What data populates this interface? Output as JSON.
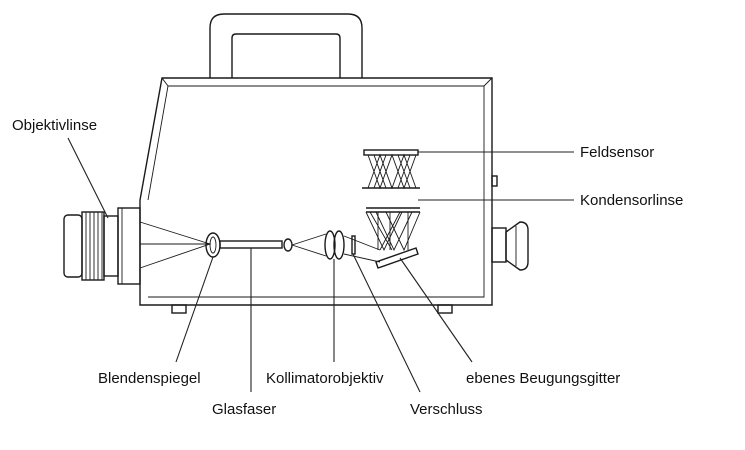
{
  "colors": {
    "line": "#1a1a1a",
    "background": "#ffffff",
    "text": "#111111"
  },
  "labels": {
    "objektivlinse": "Objektivlinse",
    "feldsensor": "Feldsensor",
    "kondensorlinse": "Kondensorlinse",
    "blendenspiegel": "Blendenspiegel",
    "kollimatorobjektiv": "Kollimatorobjektiv",
    "ebenes_beugungsgitter": "ebenes Beugungsgitter",
    "glasfaser": "Glasfaser",
    "verschluss": "Verschluss"
  }
}
